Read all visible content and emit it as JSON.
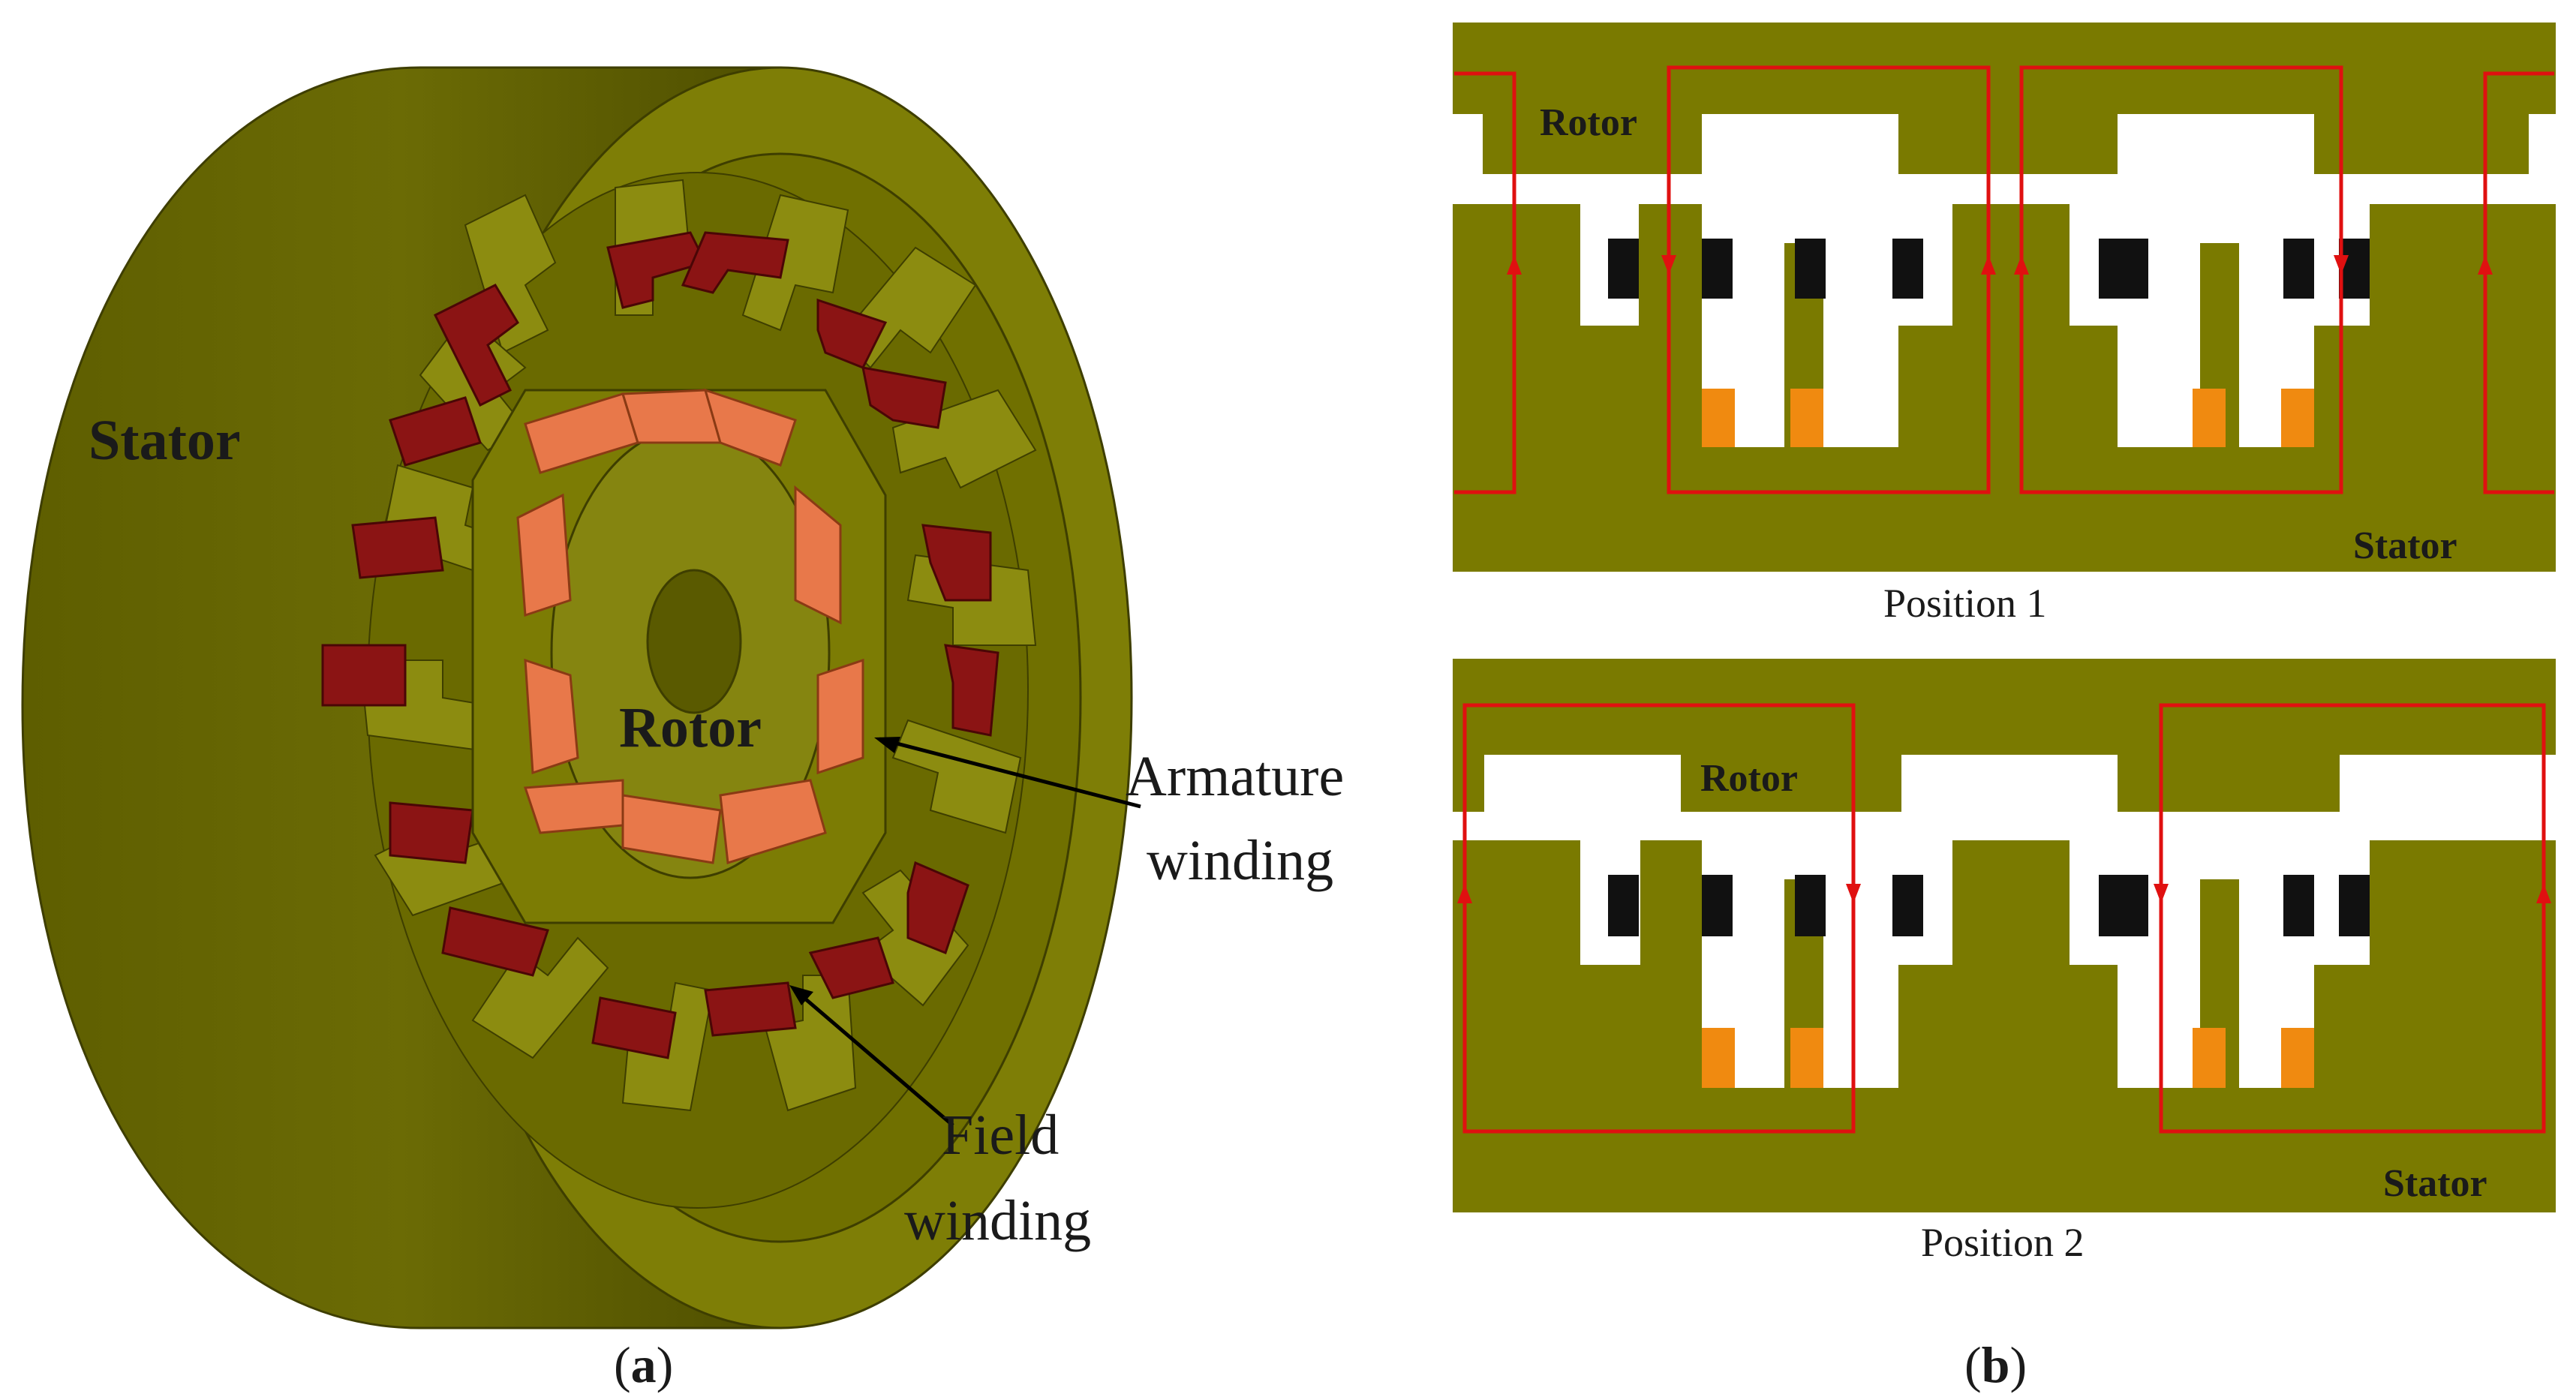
{
  "panel_a": {
    "labels": {
      "stator": "Stator",
      "rotor": "Rotor",
      "armature_line1": "Armature",
      "armature_line2": "winding",
      "field_line1": "Field",
      "field_line2": "winding"
    },
    "caption_letter": "a"
  },
  "panel_b": {
    "position1": {
      "rotor_label": "Rotor",
      "stator_label": "Stator",
      "caption": "Position 1"
    },
    "position2": {
      "rotor_label": "Rotor",
      "stator_label": "Stator",
      "caption": "Position 2"
    },
    "caption_letter": "b"
  },
  "colors": {
    "iron": "#7a7a00",
    "armature_coil": "#e8784a",
    "field_coil": "#8b1414",
    "flux_path": "#e01010",
    "armature_slot": "#111111",
    "field_slot": "#f08a10"
  }
}
